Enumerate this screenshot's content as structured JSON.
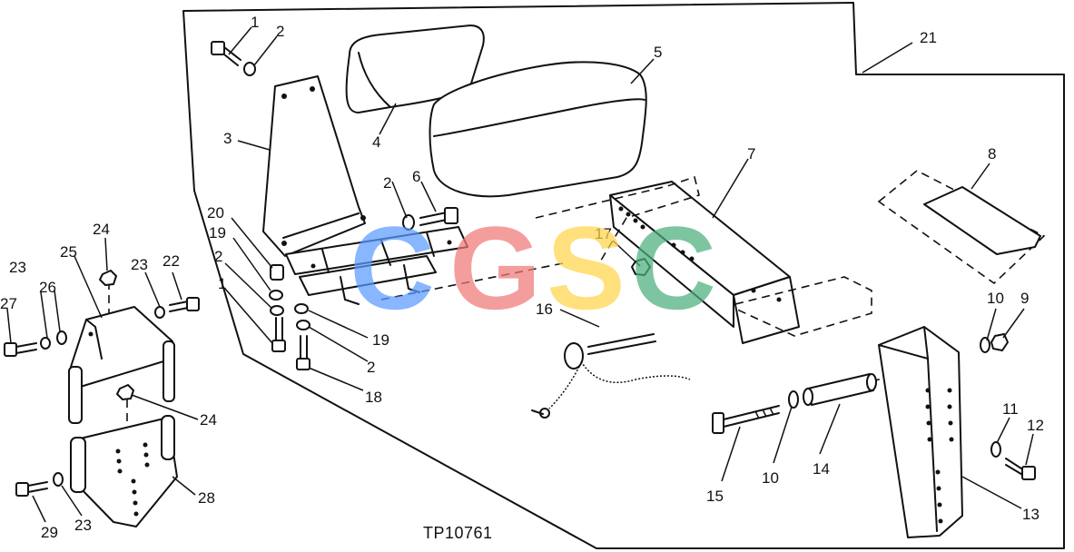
{
  "callouts": {
    "n1": "1",
    "n2": "2",
    "n3": "3",
    "n4": "4",
    "n5": "5",
    "n6": "6",
    "n7": "7",
    "n8": "8",
    "n9": "9",
    "n10": "10",
    "n11": "11",
    "n12": "12",
    "n13": "13",
    "n14": "14",
    "n15": "15",
    "n16": "16",
    "n17": "17",
    "n18": "18",
    "n19": "19",
    "n20": "20",
    "n21": "21",
    "n22": "22",
    "n23": "23",
    "n24": "24",
    "n25": "25",
    "n26": "26",
    "n27": "27",
    "n28": "28",
    "n29": "29"
  },
  "caption": "TP10761",
  "watermark": {
    "letters": [
      "C",
      "G",
      "S",
      "C"
    ],
    "colors": [
      "#5b9bff",
      "#f07878",
      "#ffd54a",
      "#4caf7d"
    ]
  }
}
